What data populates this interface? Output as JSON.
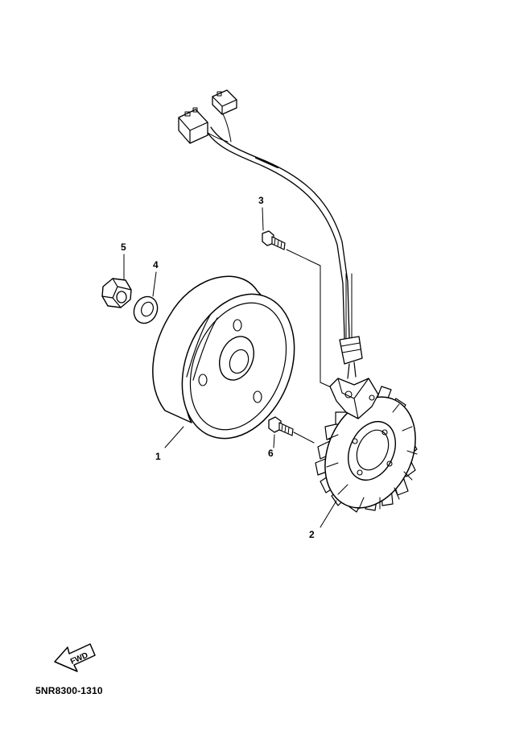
{
  "callouts": {
    "flywheel": "1",
    "stator": "2",
    "screw_top": "3",
    "washer": "4",
    "nut": "5",
    "screw_bottom": "6"
  },
  "direction_label": "FWD",
  "document_code": "5NR8300-1310"
}
